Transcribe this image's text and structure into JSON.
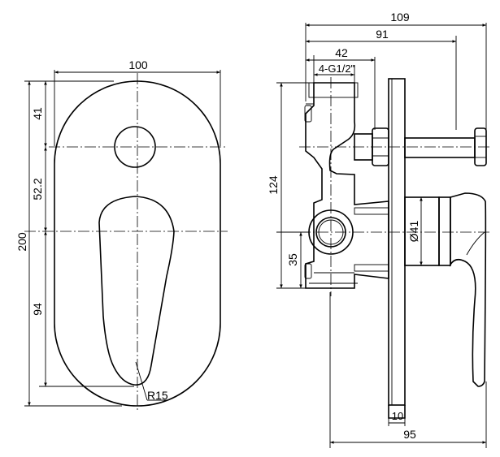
{
  "front_view": {
    "dims": {
      "width": "100",
      "height_total": "200",
      "top_to_diverter": "41",
      "diverter_to_handle": "52.2",
      "handle_to_bottom": "94",
      "corner_radius": "R15"
    }
  },
  "side_view": {
    "dims": {
      "overall_depth": "109",
      "depth_to_plate": "91",
      "body_depth": "42",
      "thread": "4-G1/2\"",
      "height_between_axes": "124",
      "lower_offset": "35",
      "cartridge_diameter": "Ø41",
      "plate_thickness": "10",
      "handle_projection": "95"
    }
  }
}
